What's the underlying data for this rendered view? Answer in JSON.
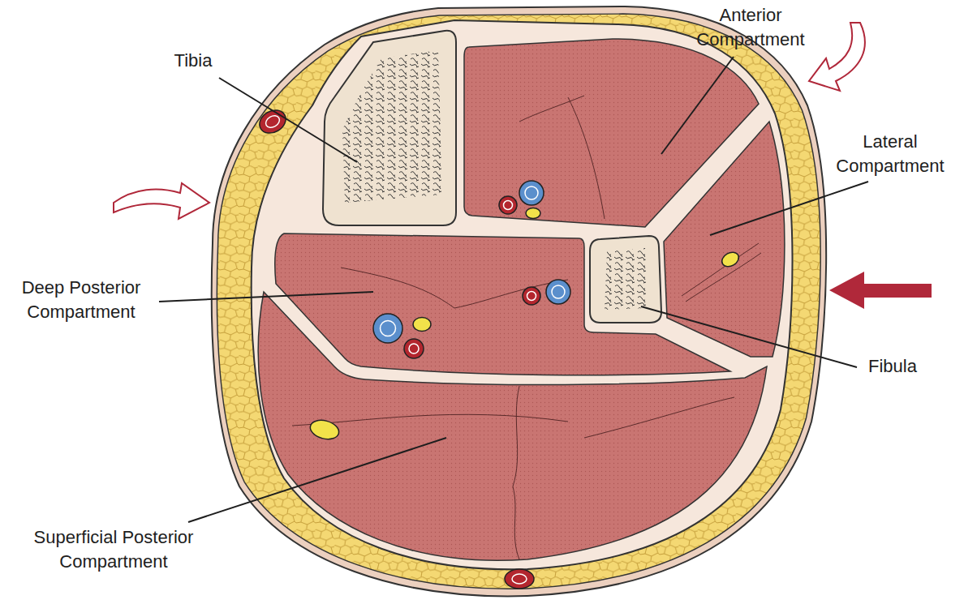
{
  "diagram": {
    "labels": [
      "Anterior Compartment",
      "Tibia",
      "Lateral Compartment",
      "Deep Posterior Compartment",
      "Fibula",
      "Superficial Posterior Compartment"
    ]
  }
}
